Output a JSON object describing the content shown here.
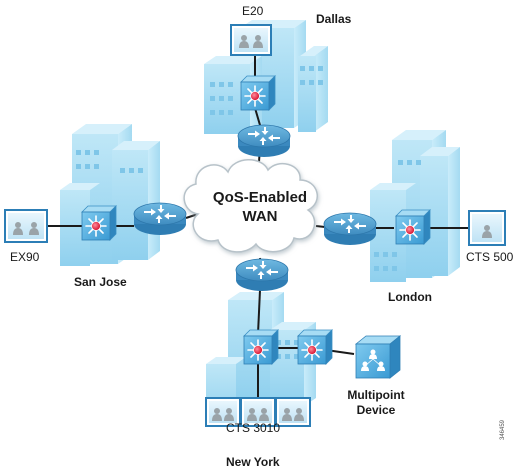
{
  "wan": {
    "line1": "QoS-Enabled",
    "line2": "WAN"
  },
  "sites": {
    "dallas": {
      "name": "Dallas",
      "endpoint": "E20"
    },
    "san_jose": {
      "name": "San Jose",
      "endpoint": "EX90"
    },
    "london": {
      "name": "London",
      "endpoint": "CTS 500"
    },
    "new_york": {
      "name": "New York",
      "endpoint": "CTS 3010",
      "extra_device": {
        "line1": "Multipoint",
        "line2": "Device"
      }
    }
  },
  "figure_id": "346459",
  "colors": {
    "building": "#a9dcf1",
    "building_edge": "#6ec2e4",
    "router": "#4d9cc9",
    "switch": "#5ab3df",
    "switch_center": "#e0253f",
    "link": "#1a1a1a"
  },
  "icons": [
    "router-icon",
    "switch-icon",
    "telepresence-endpoint-icon",
    "multipoint-device-icon",
    "building-icon",
    "cloud-icon"
  ]
}
